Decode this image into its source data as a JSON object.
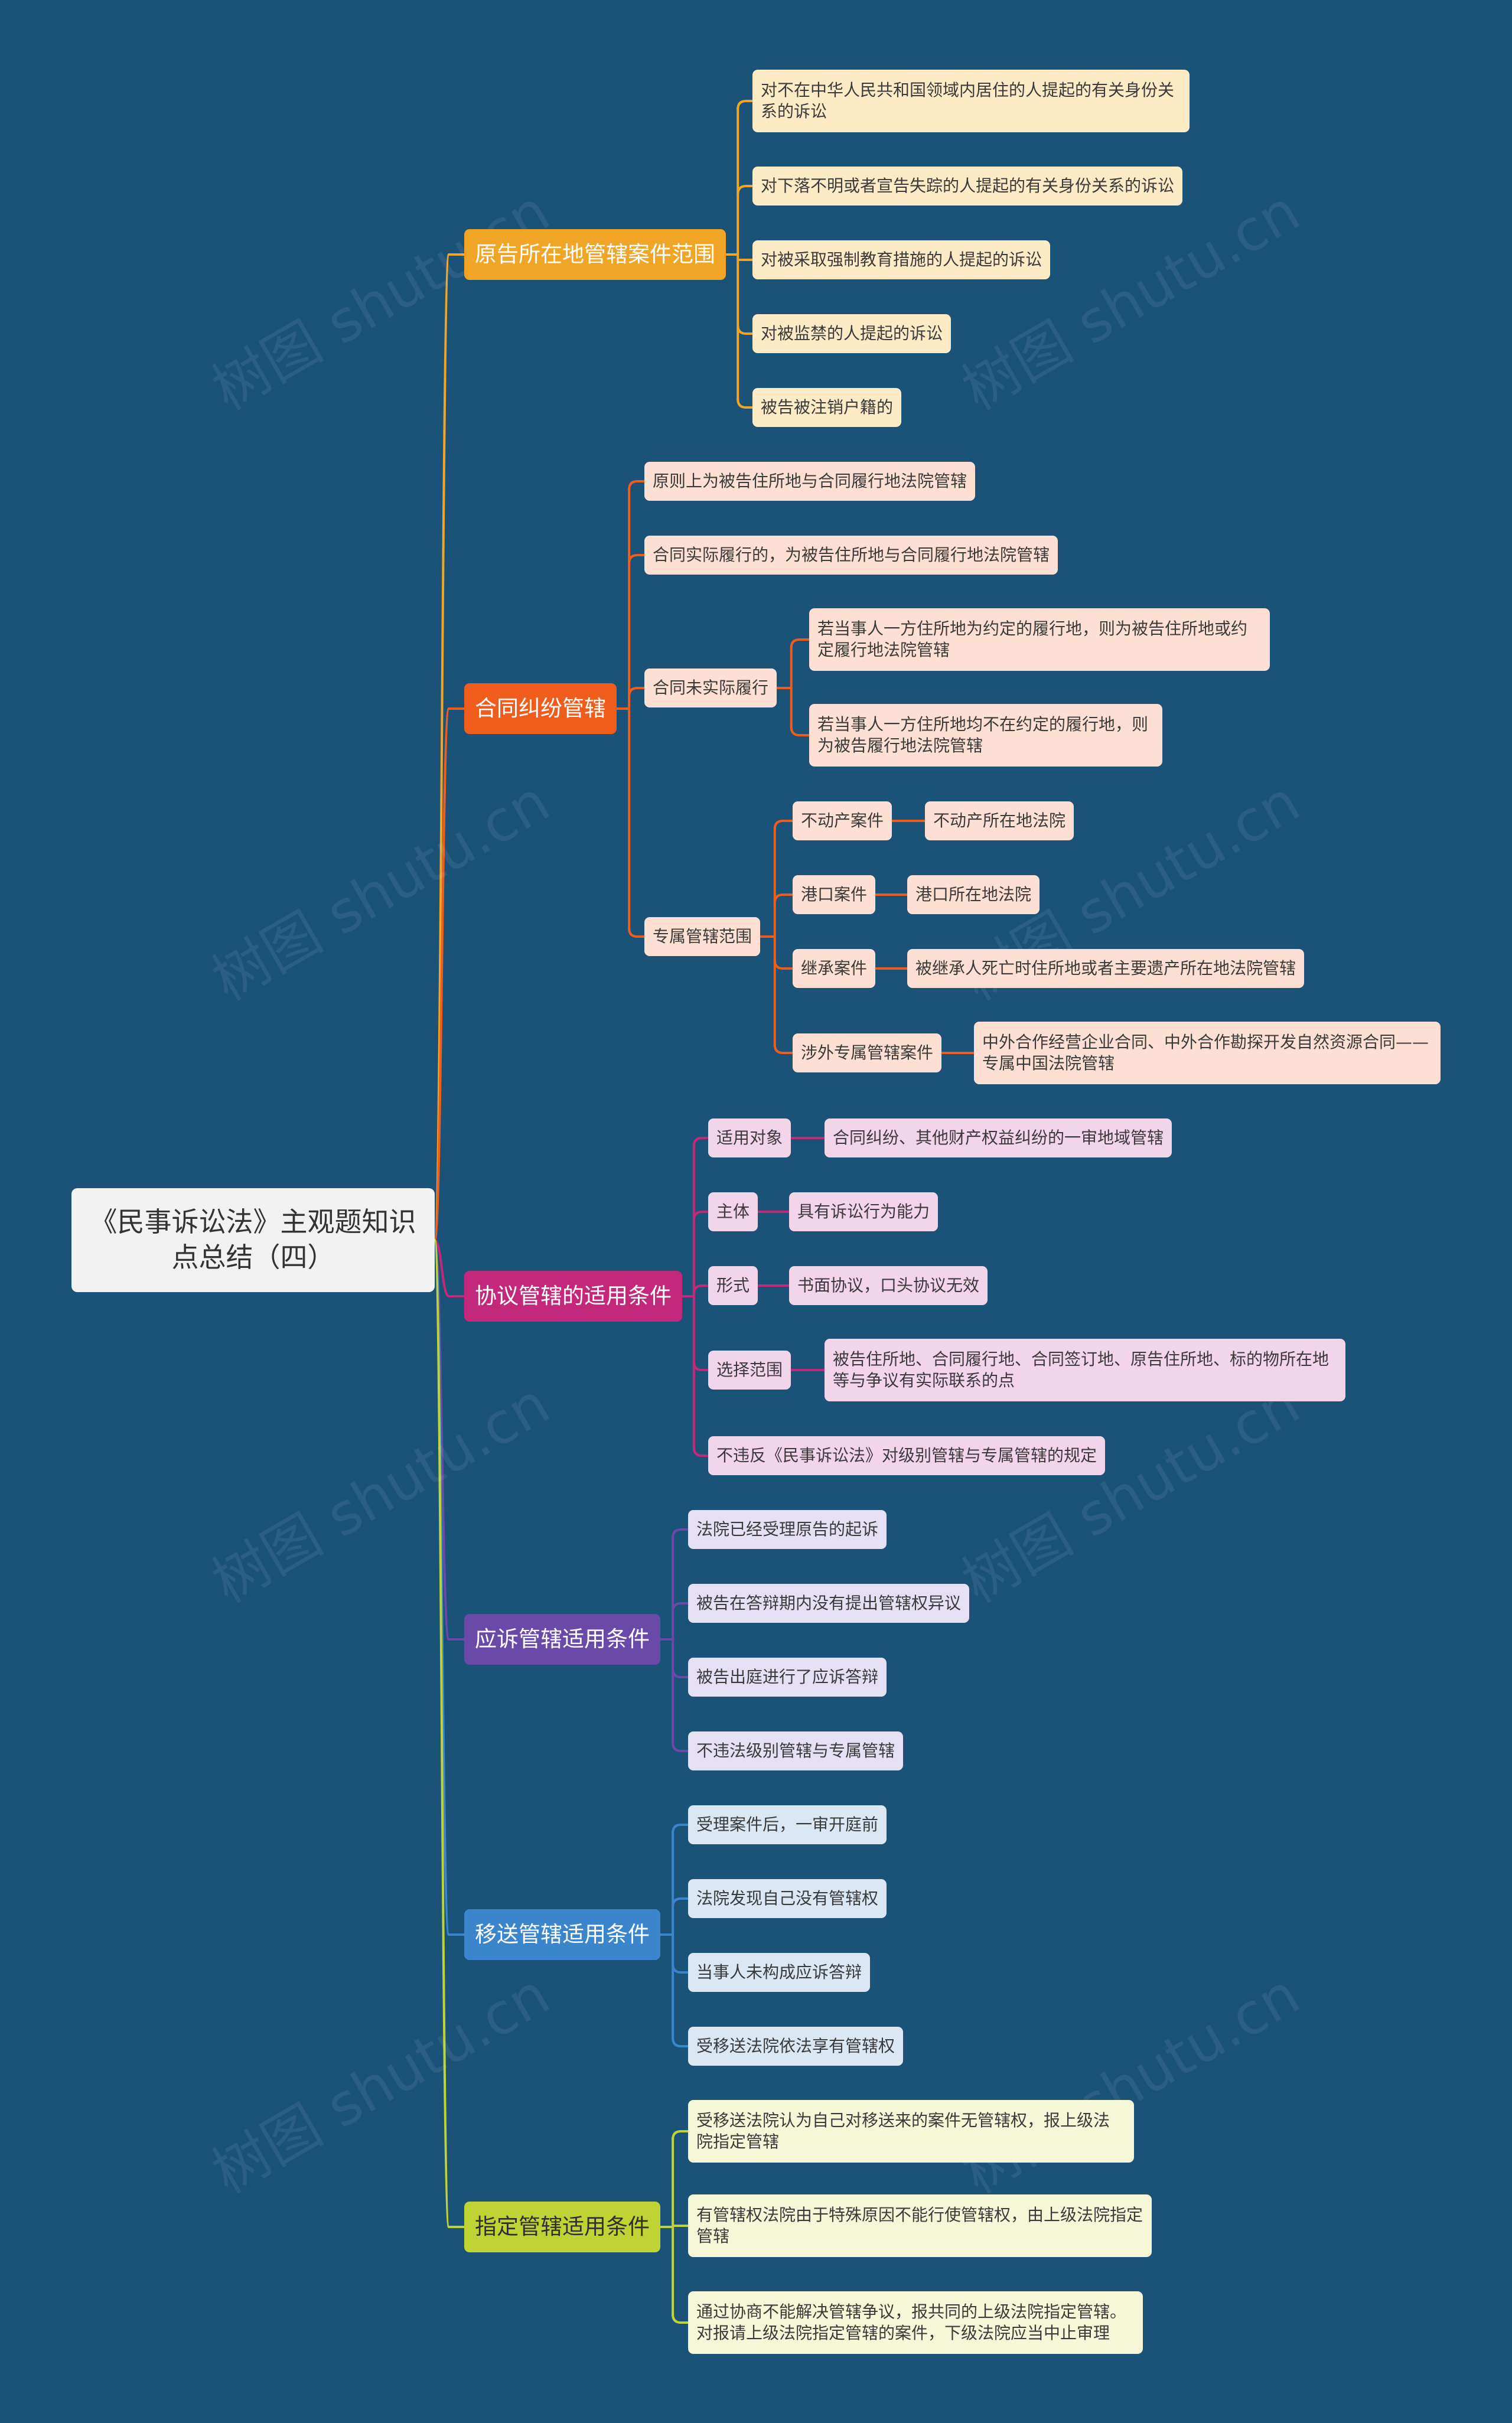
{
  "root": "《民事诉讼法》主观题知识点总结（四）",
  "watermark": "树图 shutu.cn",
  "branches": [
    {
      "label": "原告所在地管辖案件范围",
      "color": "#f1a526",
      "fill": "#fdebc5",
      "items": [
        "对不在中华人民共和国领域内居住的人提起的有关身份关系的诉讼",
        "对下落不明或者宣告失踪的人提起的有关身份关系的诉讼",
        "对被采取强制教育措施的人提起的诉讼",
        "对被监禁的人提起的诉讼",
        "被告被注销户籍的"
      ]
    },
    {
      "label": "合同纠纷管辖",
      "color": "#ef5c1c",
      "fill": "#fde0d3",
      "items": [
        "原则上为被告住所地与合同履行地法院管辖",
        "合同实际履行的，为被告住所地与合同履行地法院管辖",
        "合同未实际履行",
        "若当事人一方住所地为约定的履行地，则为被告住所地或约定履行地法院管辖",
        "若当事人一方住所地均不在约定的履行地，则为被告履行地法院管辖",
        "专属管辖范围",
        "不动产案件",
        "不动产所在地法院",
        "港口案件",
        "港口所在地法院",
        "继承案件",
        "被继承人死亡时住所地或者主要遗产所在地法院管辖",
        "涉外专属管辖案件",
        "中外合作经营企业合同、中外合作勘探开发自然资源合同——专属中国法院管辖"
      ]
    },
    {
      "label": "协议管辖的适用条件",
      "color": "#c4287b",
      "fill": "#f2d4eb",
      "items": [
        "适用对象",
        "合同纠纷、其他财产权益纠纷的一审地域管辖",
        "主体",
        "具有诉讼行为能力",
        "形式",
        "书面协议，口头协议无效",
        "选择范围",
        "被告住所地、合同履行地、合同签订地、原告住所地、标的物所在地等与争议有实际联系的点",
        "不违反《民事诉讼法》对级别管辖与专属管辖的规定"
      ]
    },
    {
      "label": "应诉管辖适用条件",
      "color": "#6a4aa8",
      "fill": "#e6e0f4",
      "items": [
        "法院已经受理原告的起诉",
        "被告在答辩期内没有提出管辖权异议",
        "被告出庭进行了应诉答辩",
        "不违法级别管辖与专属管辖"
      ]
    },
    {
      "label": "移送管辖适用条件",
      "color": "#3a85cc",
      "fill": "#dbe7f2",
      "items": [
        "受理案件后，一审开庭前",
        "法院发现自己没有管辖权",
        "当事人未构成应诉答辩",
        "受移送法院依法享有管辖权"
      ]
    },
    {
      "label": "指定管辖适用条件",
      "color": "#bfd335",
      "fill": "#f6f7d6",
      "text_color": "#2f2f2f",
      "items": [
        "受移送法院认为自己对移送来的案件无管辖权，报上级法院指定管辖",
        "有管辖权法院由于特殊原因不能行使管辖权，由上级法院指定管辖",
        "通过协商不能解决管辖争议，报共同的上级法院指定管辖。对报请上级法院指定管辖的案件，下级法院应当中止审理"
      ]
    }
  ]
}
